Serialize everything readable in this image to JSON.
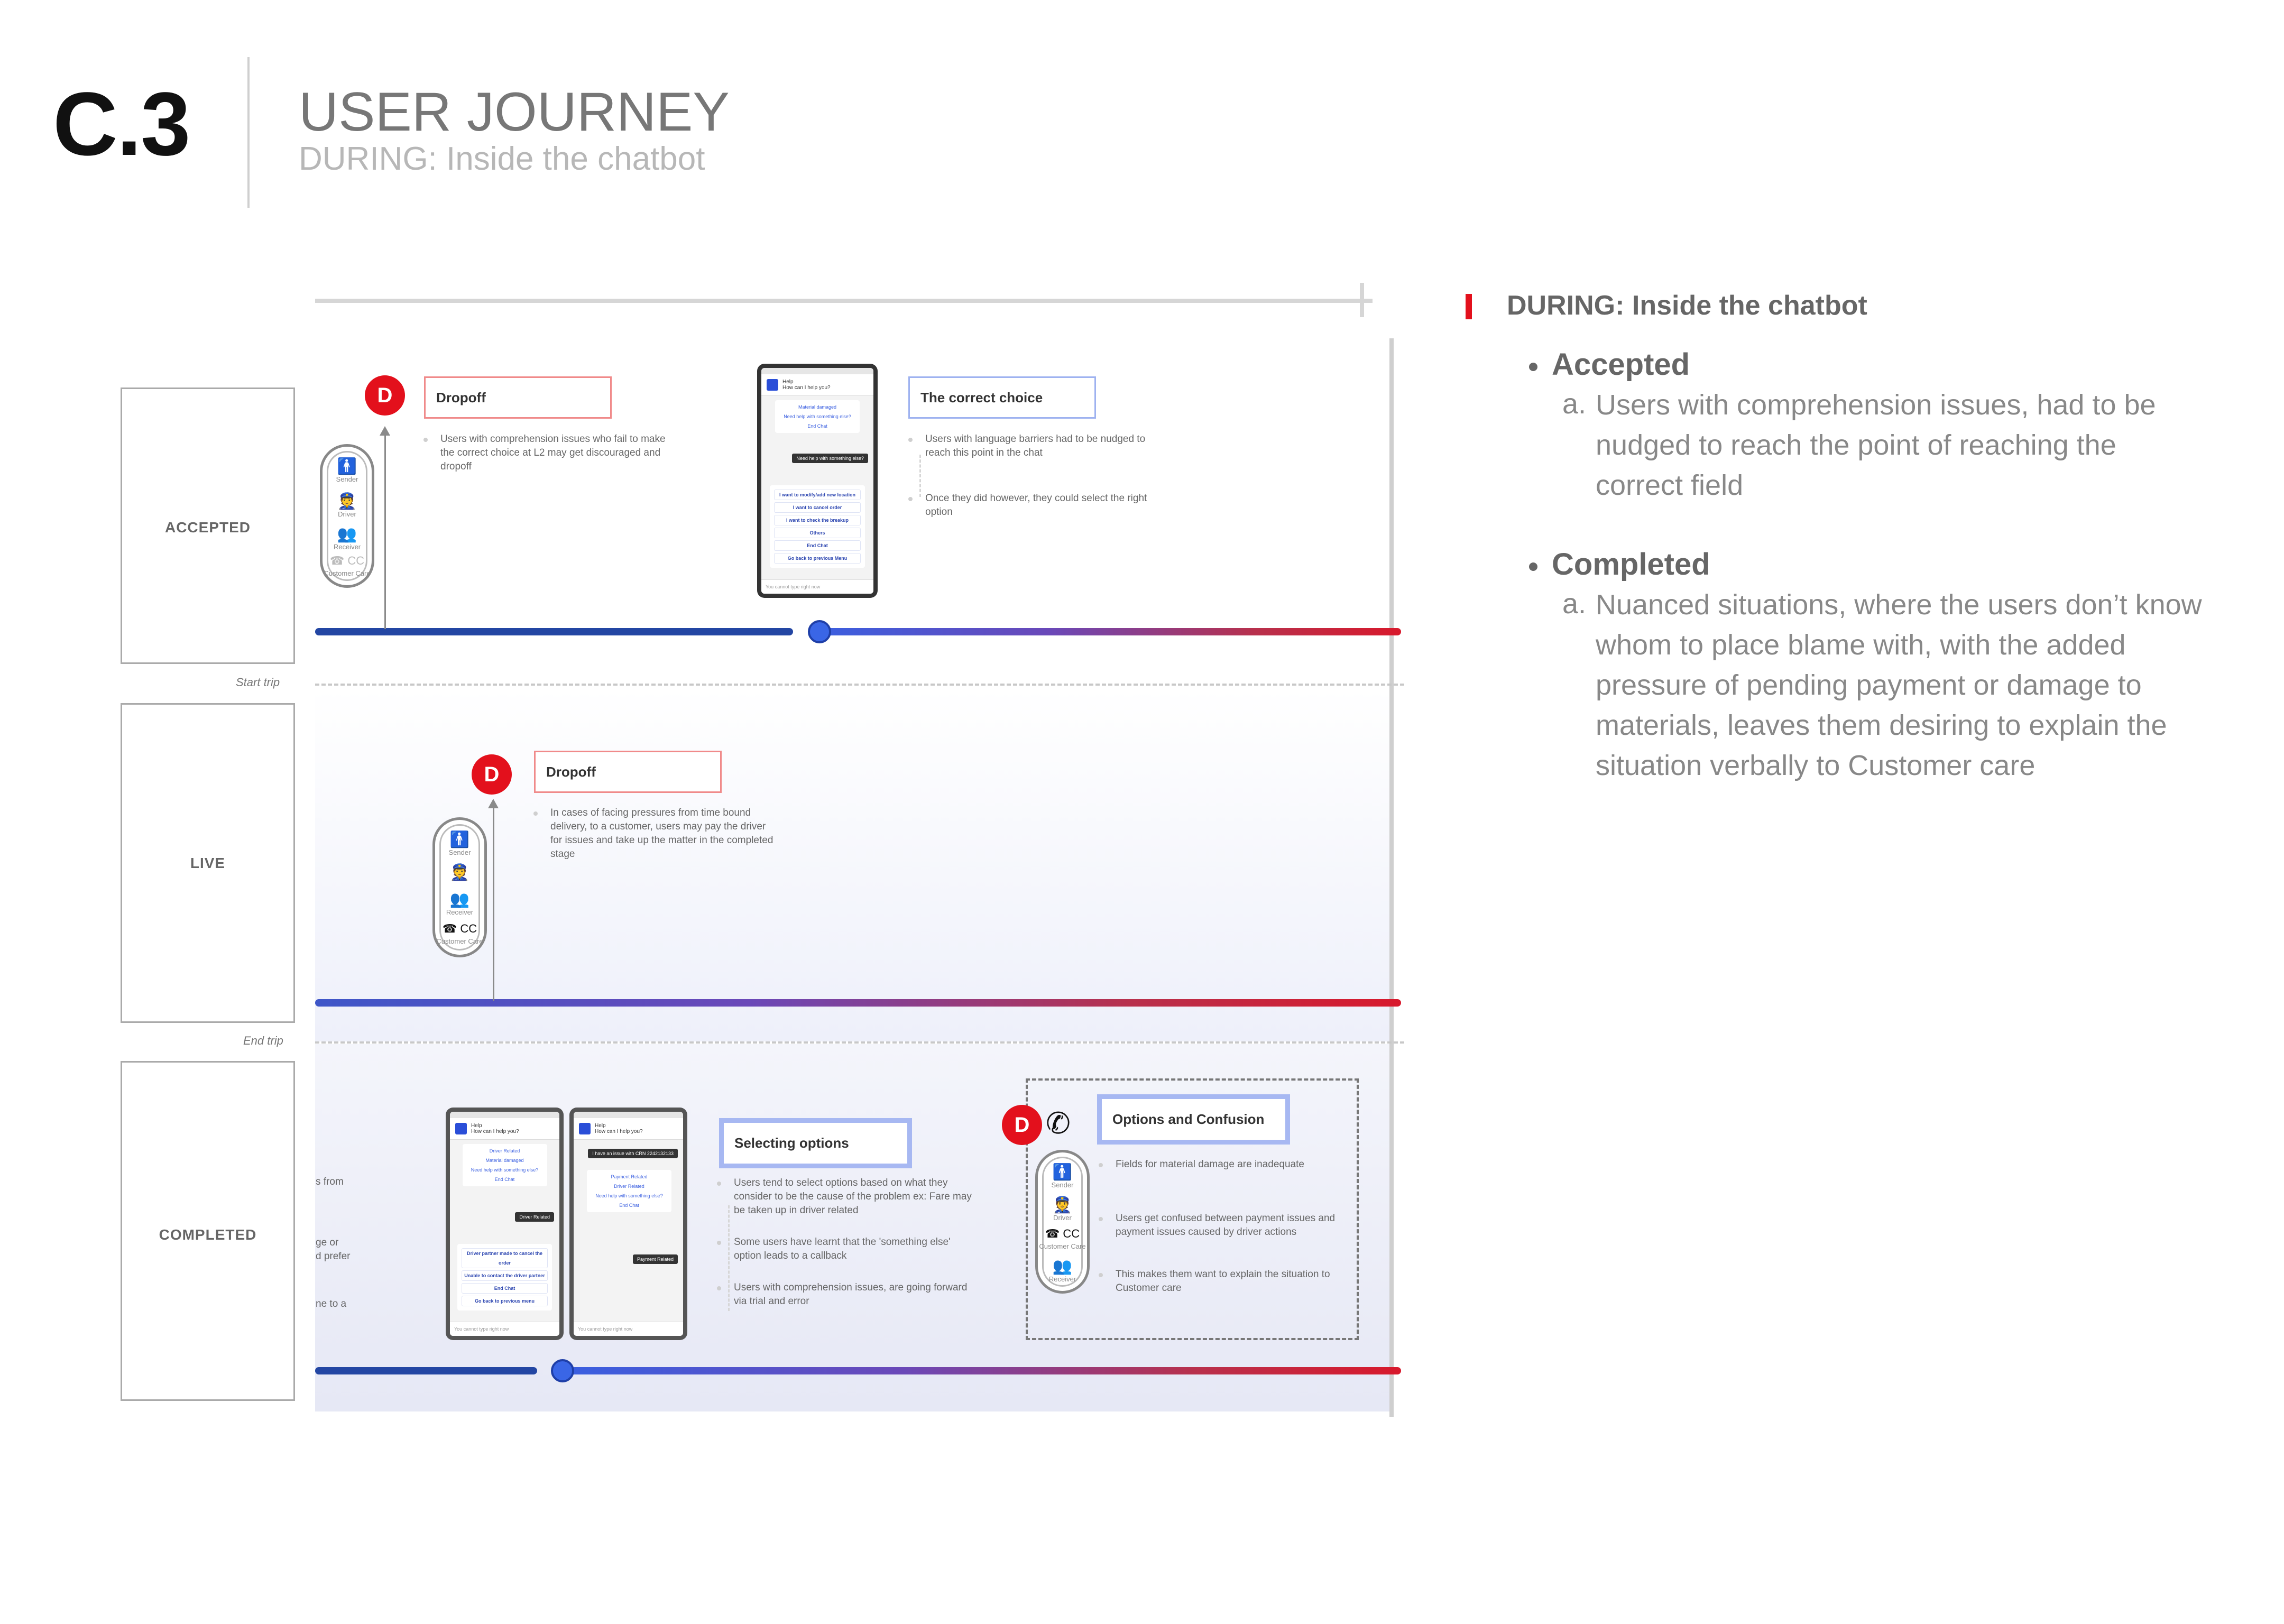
{
  "header": {
    "section_number": "C.3",
    "title": "USER JOURNEY",
    "subtitle": "DURING: Inside the chatbot"
  },
  "stages": {
    "accepted": "ACCEPTED",
    "live": "LIVE",
    "completed": "COMPLETED",
    "start_trip": "Start trip",
    "end_trip": "End trip"
  },
  "accepted_band": {
    "dropoff": {
      "marker": "D",
      "title": "Dropoff",
      "notes": [
        "Users with comprehension issues who fail to make the correct choice at L2 may get discouraged and dropoff"
      ]
    },
    "correct_choice": {
      "title": "The correct choice",
      "notes": [
        "Users with language barriers had to be nudged to reach this point in the chat",
        "Once they did however, they could select the right option"
      ]
    },
    "actors": {
      "sender": "Sender",
      "driver": "Driver",
      "receiver": "Receiver",
      "customer_care": "Customer Care",
      "cc": "CC"
    },
    "phone": {
      "header_name": "Help",
      "header_sub": "How can I help you?",
      "links": [
        "Material damaged",
        "Need help with something else?",
        "End Chat"
      ],
      "sent": "Need help with something else?",
      "buttons": [
        "I want to modify/add new location",
        "I want to cancel order",
        "I want to check the breakup",
        "Others",
        "End Chat",
        "Go back to previous Menu"
      ],
      "input": "You cannot type right now"
    }
  },
  "live_band": {
    "dropoff": {
      "marker": "D",
      "title": "Dropoff",
      "notes": [
        "In cases of facing pressures from time bound delivery, to a customer, users may pay the driver for issues and take up the matter in the completed stage"
      ]
    },
    "actors": {
      "sender": "Sender",
      "driver": "Driver",
      "receiver": "Receiver",
      "customer_care": "Customer Care",
      "cc": "CC"
    }
  },
  "completed_band": {
    "cut_texts": [
      "s from",
      "ge or",
      "d prefer",
      "ne to a"
    ],
    "phone1": {
      "header_name": "Help",
      "header_sub": "How can I help you?",
      "links": [
        "Driver Related",
        "Material damaged",
        "Need help with something else?",
        "End Chat"
      ],
      "sent": "Driver Related",
      "buttons": [
        "Driver partner made to cancel the order",
        "Unable to contact the driver partner",
        "End Chat",
        "Go back to previous menu"
      ],
      "input": "You cannot type right now"
    },
    "phone2": {
      "header_name": "Help",
      "header_sub": "How can I help you?",
      "sent_top": "I have an issue with CRN 2242132133",
      "links": [
        "Payment Related",
        "Driver Related",
        "Need help with something else?",
        "End Chat"
      ],
      "sent": "Payment Related",
      "input": "You cannot type right now"
    },
    "selecting": {
      "title": "Selecting options",
      "notes": [
        "Users tend to select options based on what they consider to be the cause of the problem ex: Fare may be taken up in driver related",
        "Some users have learnt that the 'something else' option leads to a callback",
        "Users with comprehension issues, are going forward via trial and error"
      ]
    },
    "confusion": {
      "marker": "D",
      "title": "Options and Confusion",
      "notes": [
        "Fields for material damage are inadequate",
        "Users get confused between payment issues and payment issues caused by driver actions",
        "This makes them want to explain the situation to Customer care"
      ]
    },
    "actors": {
      "sender": "Sender",
      "driver": "Driver",
      "customer_care": "Customer Care",
      "receiver": "Receiver",
      "cc": "CC"
    }
  },
  "right_panel": {
    "heading": "DURING: Inside the chatbot",
    "accepted": {
      "title": "Accepted",
      "letter": "a.",
      "text": "Users with comprehension issues, had to be nudged to reach the point of reaching the correct field"
    },
    "completed": {
      "title": "Completed",
      "letter": "a.",
      "text": "Nuanced situations, where the users don’t know whom to place blame with, with the added pressure of pending payment or damage to materials, leaves them desiring to explain the situation verbally to Customer care"
    }
  },
  "colors": {
    "accent_red": "#e3101c",
    "line_blue": "#2346a3",
    "callout_blue": "#9eb2f0",
    "callout_red": "#f08a8a"
  }
}
